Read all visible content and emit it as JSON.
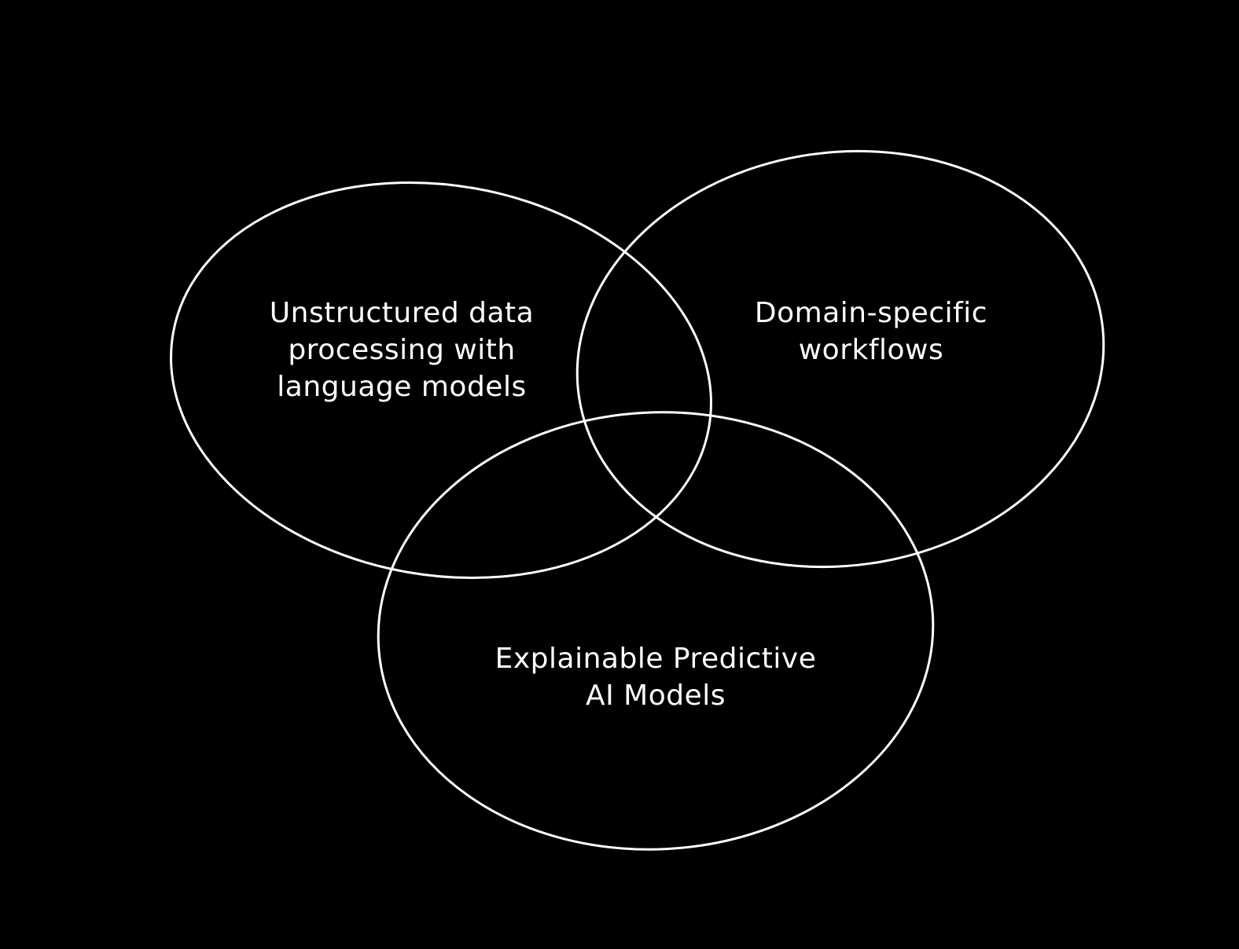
{
  "background_color": "#000000",
  "stroke_color": "#ffffff",
  "text_color": "#ffffff",
  "sets": [
    {
      "id": "unstructured-data",
      "lines": [
        "Unstructured data",
        "processing with",
        "language models"
      ]
    },
    {
      "id": "domain-workflows",
      "lines": [
        "Domain-specific",
        "workflows"
      ]
    },
    {
      "id": "explainable-ai",
      "lines": [
        "Explainable Predictive",
        "AI Models"
      ]
    }
  ]
}
